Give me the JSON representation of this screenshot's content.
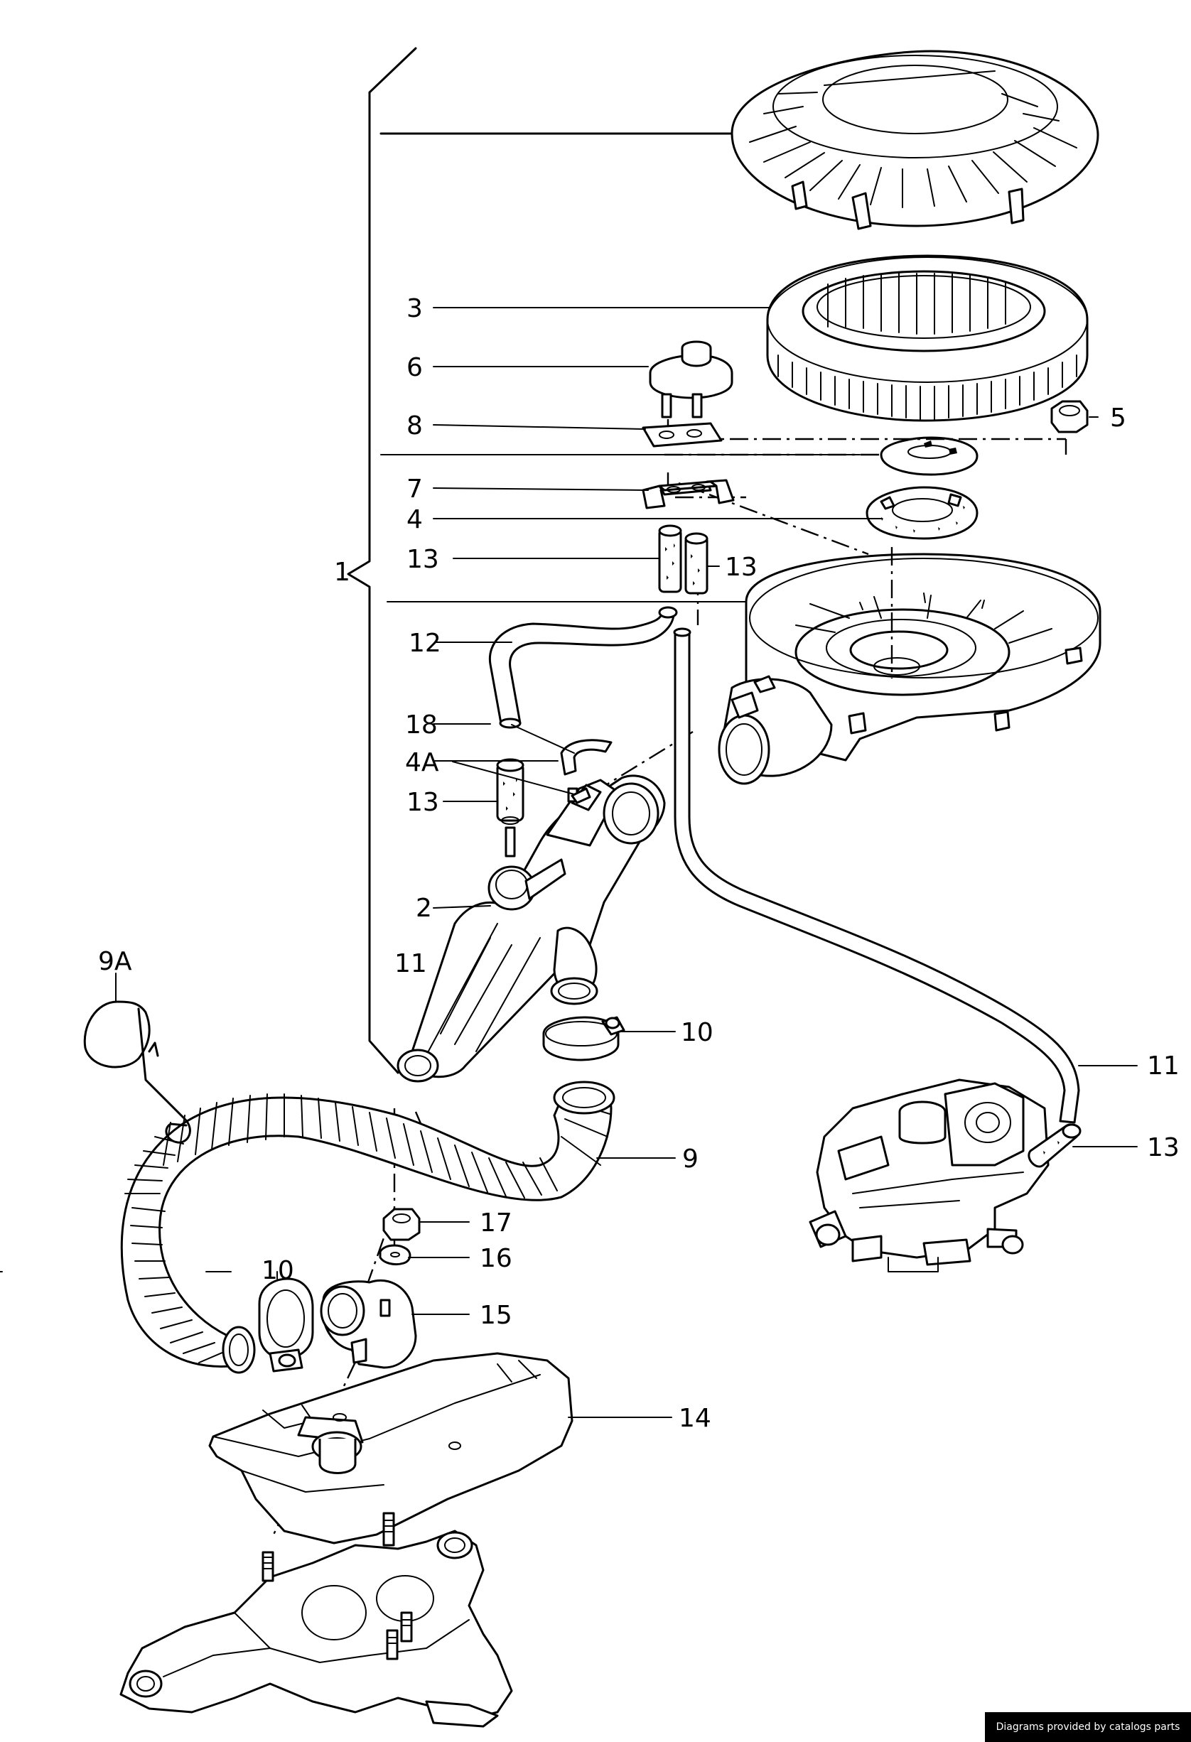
{
  "labels": {
    "l1": "1",
    "l2": "2",
    "l3": "3",
    "l4": "4",
    "l4a": "4A",
    "l5": "5",
    "l6": "6",
    "l7": "7",
    "l8": "8",
    "l9": "9",
    "l9a": "9A",
    "l10a": "10",
    "l10b": "10",
    "l11a": "11",
    "l11b": "11",
    "l12": "12",
    "l13a": "13",
    "l13b": "13",
    "l13c": "13",
    "l13d": "13",
    "l14": "14",
    "l15": "15",
    "l16": "16",
    "l17": "17",
    "l18": "18"
  },
  "credit": "Diagrams provided by catalogs parts"
}
